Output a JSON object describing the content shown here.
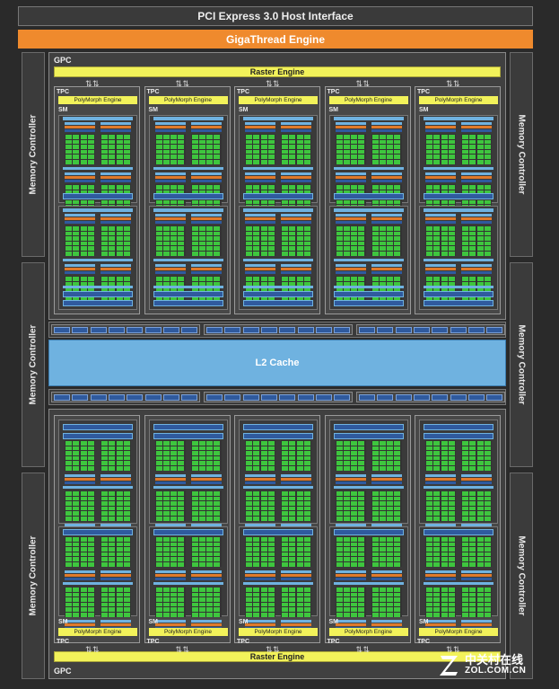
{
  "header": {
    "pcie": "PCI Express 3.0 Host Interface",
    "gigathread": "GigaThread Engine"
  },
  "memory_controller_label": "Memory Controller",
  "labels": {
    "gpc": "GPC",
    "raster_engine": "Raster Engine",
    "tpc": "TPC",
    "polymorph_engine": "PolyMorph Engine",
    "sm": "SM",
    "l2_cache": "L2 Cache",
    "arrows": "⇅ ⇅"
  },
  "watermark": {
    "brand_cn": "中关村在线",
    "brand_url": "ZOL.COM.CN"
  },
  "colors": {
    "core": "#3ec63e",
    "sfu": "#e07a2b",
    "blue_dark": "#2f5a9e",
    "blue_light": "#6fb2e0",
    "yellow": "#f2f25a",
    "orange": "#ef8a2d"
  }
}
